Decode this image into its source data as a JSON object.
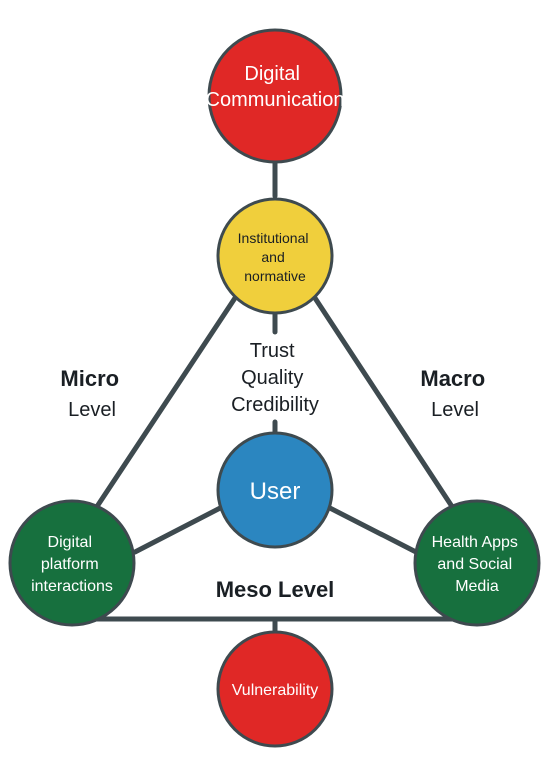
{
  "nodes": {
    "digital_communication": {
      "lines": [
        "Digital",
        "Communication"
      ],
      "color": "#e02826"
    },
    "institutional": {
      "lines": [
        "Institutional",
        "and",
        "normative"
      ],
      "color": "#f0cf3c"
    },
    "user": {
      "lines": [
        "User"
      ],
      "color": "#2b86c0"
    },
    "digital_platform": {
      "lines": [
        "Digital",
        "platform",
        "interactions"
      ],
      "color": "#17703e"
    },
    "health_apps": {
      "lines": [
        "Health Apps",
        "and Social",
        "Media"
      ],
      "color": "#17703e"
    },
    "vulnerability": {
      "lines": [
        "Vulnerability"
      ],
      "color": "#e02826"
    }
  },
  "labels": {
    "micro": {
      "bold": "Micro",
      "regular": "Level"
    },
    "macro": {
      "bold": "Macro",
      "regular": "Level"
    },
    "meso": {
      "bold": "Meso Level"
    },
    "center": [
      "Trust",
      "Quality",
      "Credibility"
    ]
  },
  "colors": {
    "line": "#3e4a4f",
    "text": "#1a1f24",
    "node_text": "#ffffff"
  }
}
